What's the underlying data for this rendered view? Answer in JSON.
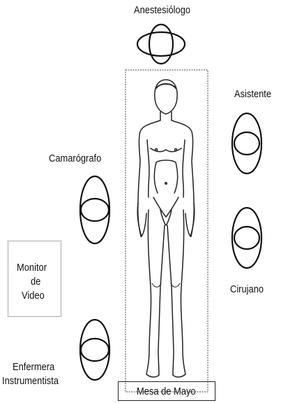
{
  "labels": {
    "anesthesiologist": "Anestesiólogo",
    "assistant": "Asistente",
    "cameraman": "Camarógrafo",
    "monitor_line1": "Monitor",
    "monitor_line2": "de",
    "monitor_line3": "Video",
    "surgeon": "Cirujano",
    "nurse_line1": "Enfermera",
    "nurse_line2": "Instrumentista",
    "mayo_table": "Mesa de Mayo"
  }
}
